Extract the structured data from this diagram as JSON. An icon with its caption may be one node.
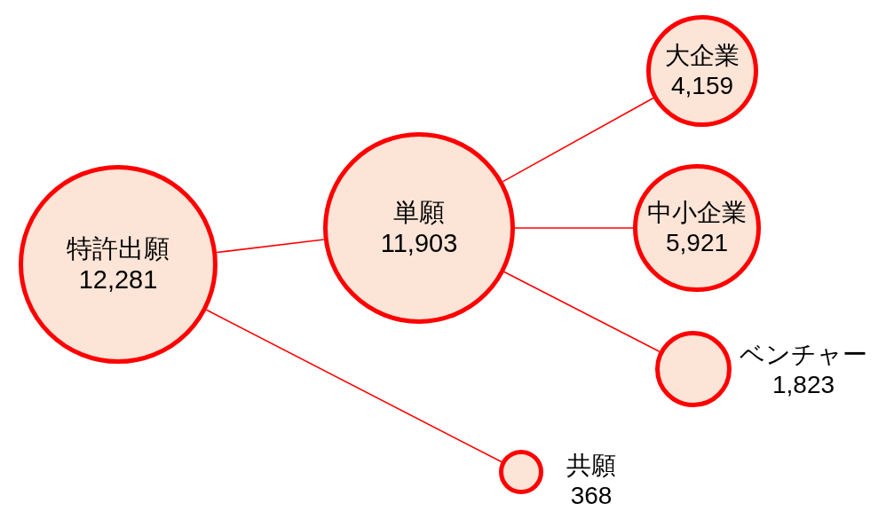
{
  "diagram": {
    "nodes": [
      {
        "text": [
          "特許出願",
          "12,281"
        ]
      },
      {
        "text": [
          "単願",
          "11,903"
        ]
      },
      {
        "text": [
          "大企業",
          "4,159"
        ]
      },
      {
        "text": [
          "中小企業",
          "5,921"
        ]
      },
      {
        "text": [],
        "shape": "circle",
        "beside": [
          "ベンチャー",
          "1,823"
        ]
      },
      {
        "text": [],
        "shape": "circle",
        "beside": [
          "共願",
          "368"
        ]
      }
    ],
    "edges": [
      {
        "from": 0,
        "to": 1,
        "arrow": "none"
      },
      {
        "from": 0,
        "to": 5,
        "arrow": "none"
      },
      {
        "from": 1,
        "to": 2,
        "arrow": "none"
      },
      {
        "from": 1,
        "to": 3,
        "arrow": "none"
      },
      {
        "from": 1,
        "to": 4,
        "arrow": "none"
      }
    ]
  }
}
